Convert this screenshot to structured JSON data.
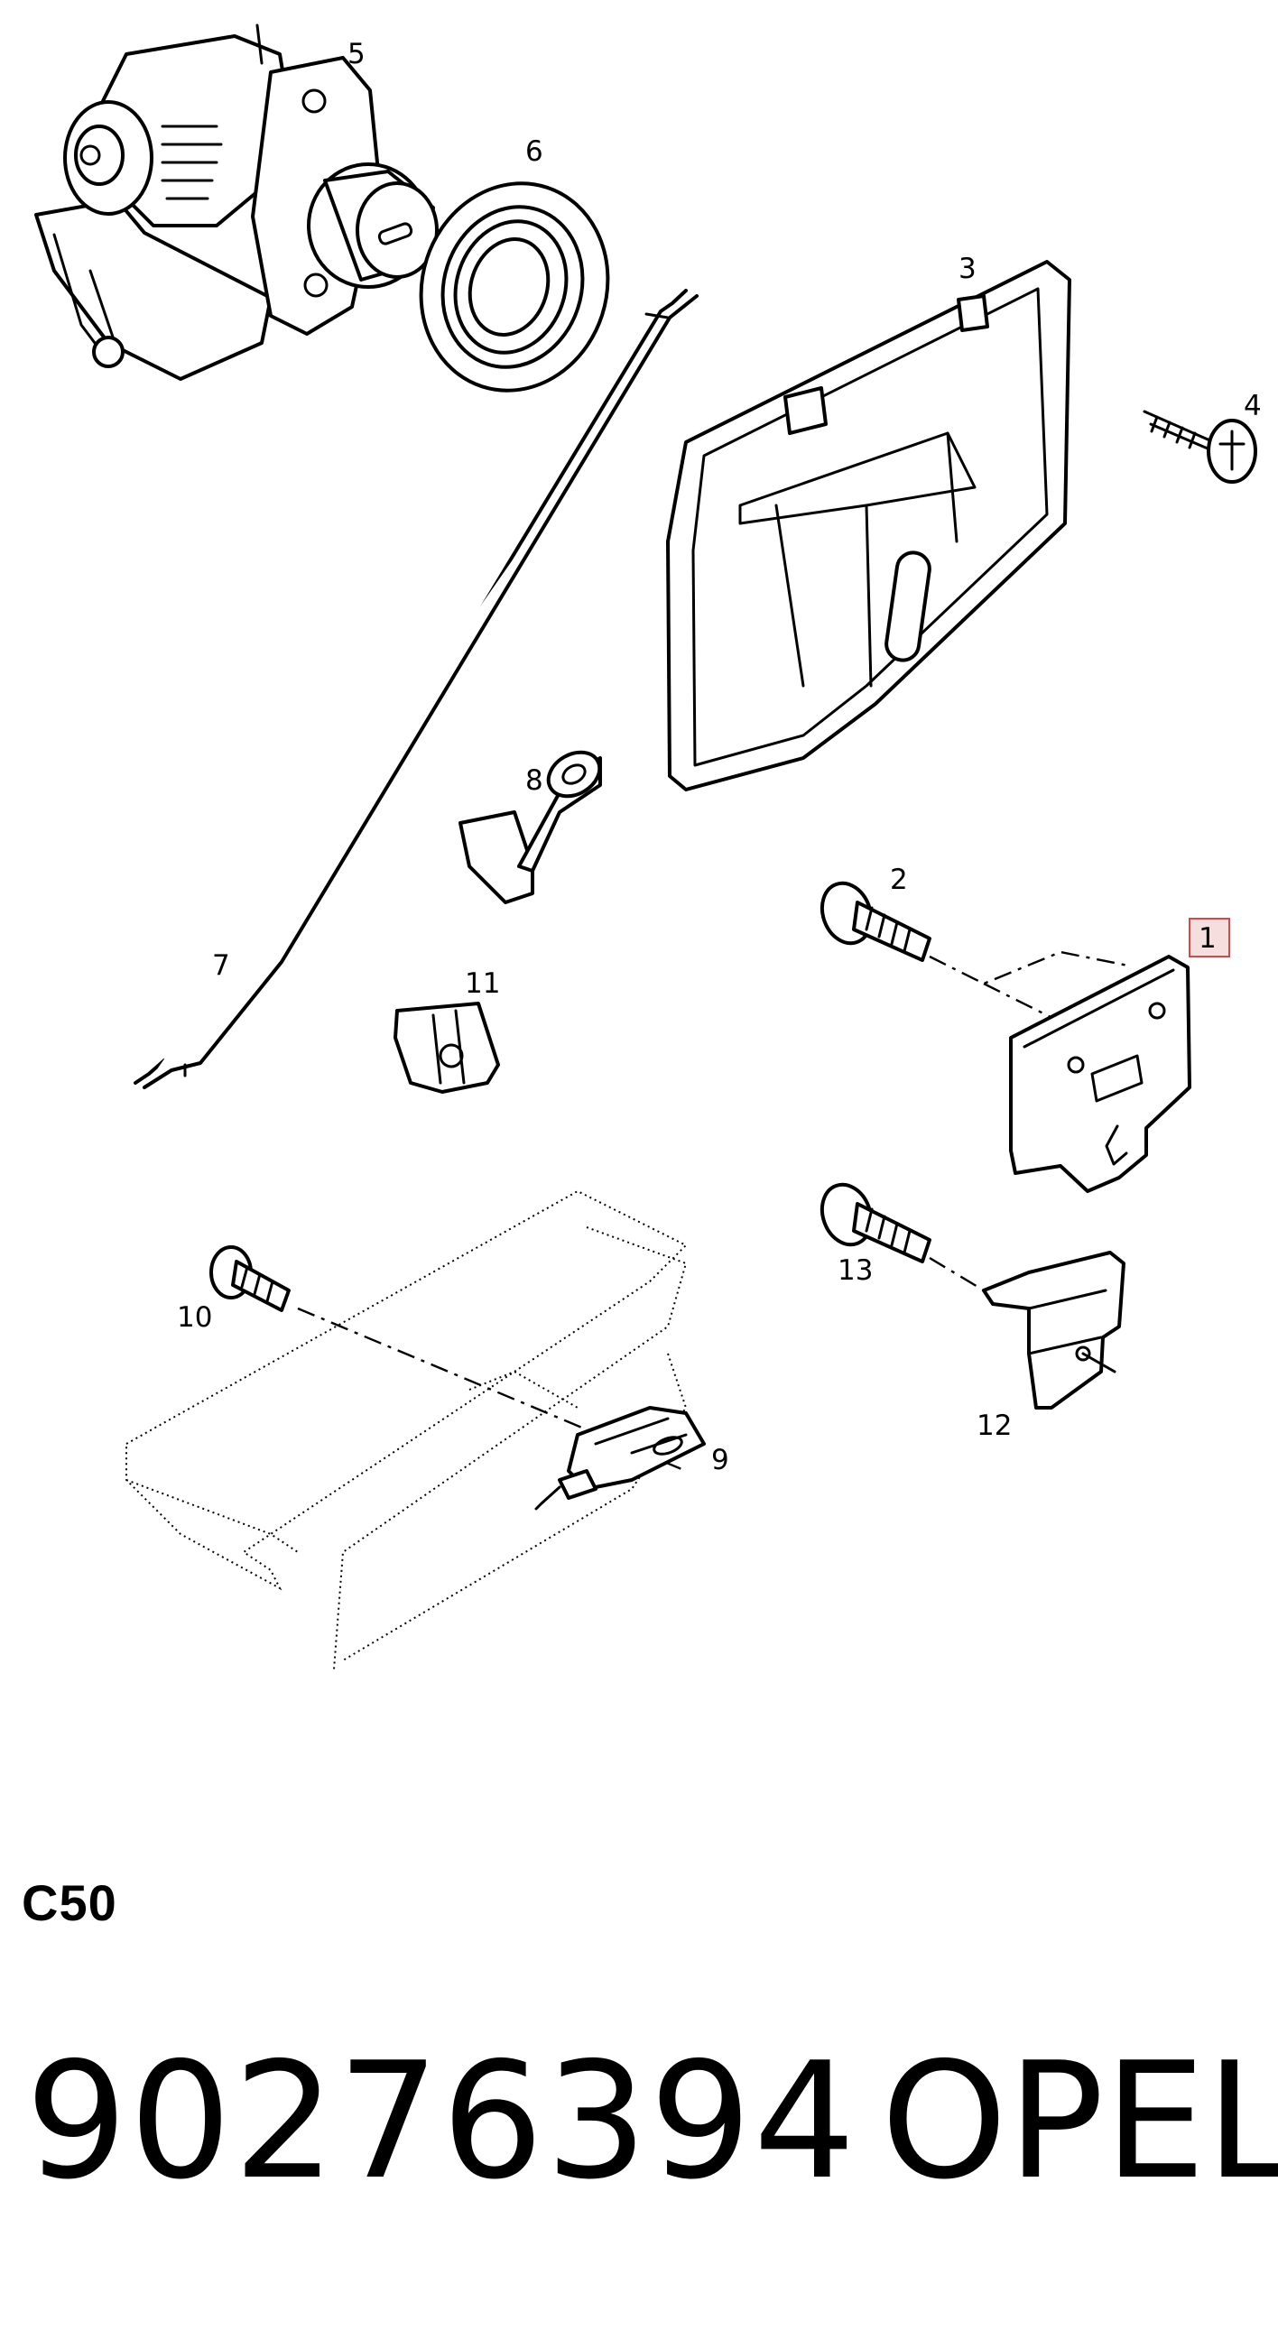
{
  "callouts": {
    "c1": "1",
    "c2": "2",
    "c3": "3",
    "c4": "4",
    "c5": "5",
    "c6": "6",
    "c7": "7",
    "c8": "8",
    "c9": "9",
    "c10": "10",
    "c11": "11",
    "c12": "12",
    "c13": "13"
  },
  "highlighted_callout": "1",
  "accent_color": "#d64848",
  "catalog_code": "C50",
  "part_number": "90276394",
  "brand": "OPEL"
}
